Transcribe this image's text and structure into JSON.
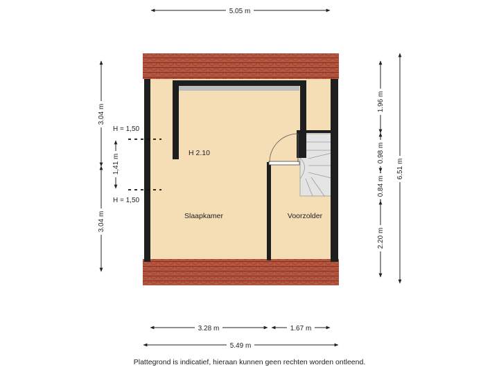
{
  "dimensions": {
    "top_width": "5.05 m",
    "bottom_left": "3.28 m",
    "bottom_right": "1.67 m",
    "bottom_total": "5.49 m",
    "left_top": "3.04 m",
    "left_bottom": "3.04 m",
    "left_middle": "1,41 m",
    "right_total": "6.51 m",
    "right_1": "1.96 m",
    "right_2": "0.98 m",
    "right_3": "0.84 m",
    "right_4": "2.20 m"
  },
  "height_markers": {
    "upper": "H = 1,50",
    "lower": "H = 1,50",
    "ceiling": "H 2.10"
  },
  "rooms": {
    "bedroom": "Slaapkamer",
    "attic": "Voorzolder"
  },
  "footer": "Plattegrond is indicatief, hieraan kunnen geen rechten worden ontleend.",
  "colors": {
    "floor": "#F5DDB6",
    "wall": "#1E1E1E",
    "roof_tile": "#B5553E",
    "stair": "#E4E4E4"
  }
}
